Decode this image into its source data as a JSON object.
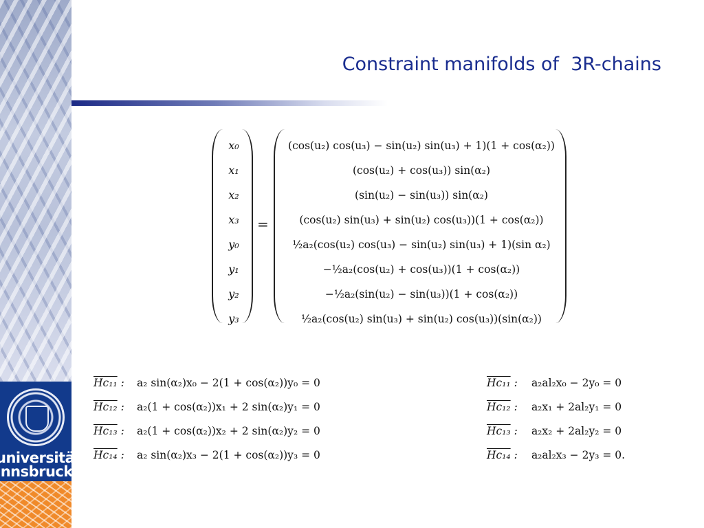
{
  "slide": {
    "title": "Constraint manifolds of  3R-chains",
    "logo": {
      "line1": "universität",
      "line2": "innsbruck"
    }
  },
  "equation": {
    "lhs": [
      "x₀",
      "x₁",
      "x₂",
      "x₃",
      "y₀",
      "y₁",
      "y₂",
      "y₃"
    ],
    "equals": "=",
    "rhs": [
      "(cos(u₂) cos(u₃) − sin(u₂) sin(u₃) + 1)(1 + cos(α₂))",
      "(cos(u₂) + cos(u₃)) sin(α₂)",
      "(sin(u₂) − sin(u₃)) sin(α₂)",
      "(cos(u₂) sin(u₃) + sin(u₂) cos(u₃))(1 + cos(α₂))",
      "½a₂(cos(u₂) cos(u₃) − sin(u₂) sin(u₃) + 1)(sin α₂)",
      "−½a₂(cos(u₂) + cos(u₃))(1 + cos(α₂))",
      "−½a₂(sin(u₂) − sin(u₃))(1 + cos(α₂))",
      "½a₂(cos(u₂) sin(u₃) + sin(u₂) cos(u₃))(sin(α₂))"
    ]
  },
  "constraints_left": [
    {
      "label": "Hc₁₁",
      "sep": " :",
      "expr": "a₂ sin(α₂)x₀ − 2(1 + cos(α₂))y₀ = 0"
    },
    {
      "label": "Hc₁₂",
      "sep": " :",
      "expr": "a₂(1 + cos(α₂))x₁ + 2 sin(α₂)y₁ = 0"
    },
    {
      "label": "Hc₁₃",
      "sep": " :",
      "expr": "a₂(1 + cos(α₂))x₂ + 2 sin(α₂)y₂ = 0"
    },
    {
      "label": "Hc₁₄",
      "sep": " :",
      "expr": "a₂ sin(α₂)x₃ − 2(1 + cos(α₂))y₃ = 0"
    }
  ],
  "constraints_right": [
    {
      "label": "Hc₁₁",
      "sep": " :",
      "expr": "a₂al₂x₀ − 2y₀ = 0"
    },
    {
      "label": "Hc₁₂",
      "sep": " :",
      "expr": "a₂x₁ + 2al₂y₁ = 0"
    },
    {
      "label": "Hc₁₃",
      "sep": " :",
      "expr": "a₂x₂ + 2al₂y₂ = 0"
    },
    {
      "label": "Hc₁₄",
      "sep": " :",
      "expr": "a₂al₂x₃ − 2y₃ = 0."
    }
  ]
}
